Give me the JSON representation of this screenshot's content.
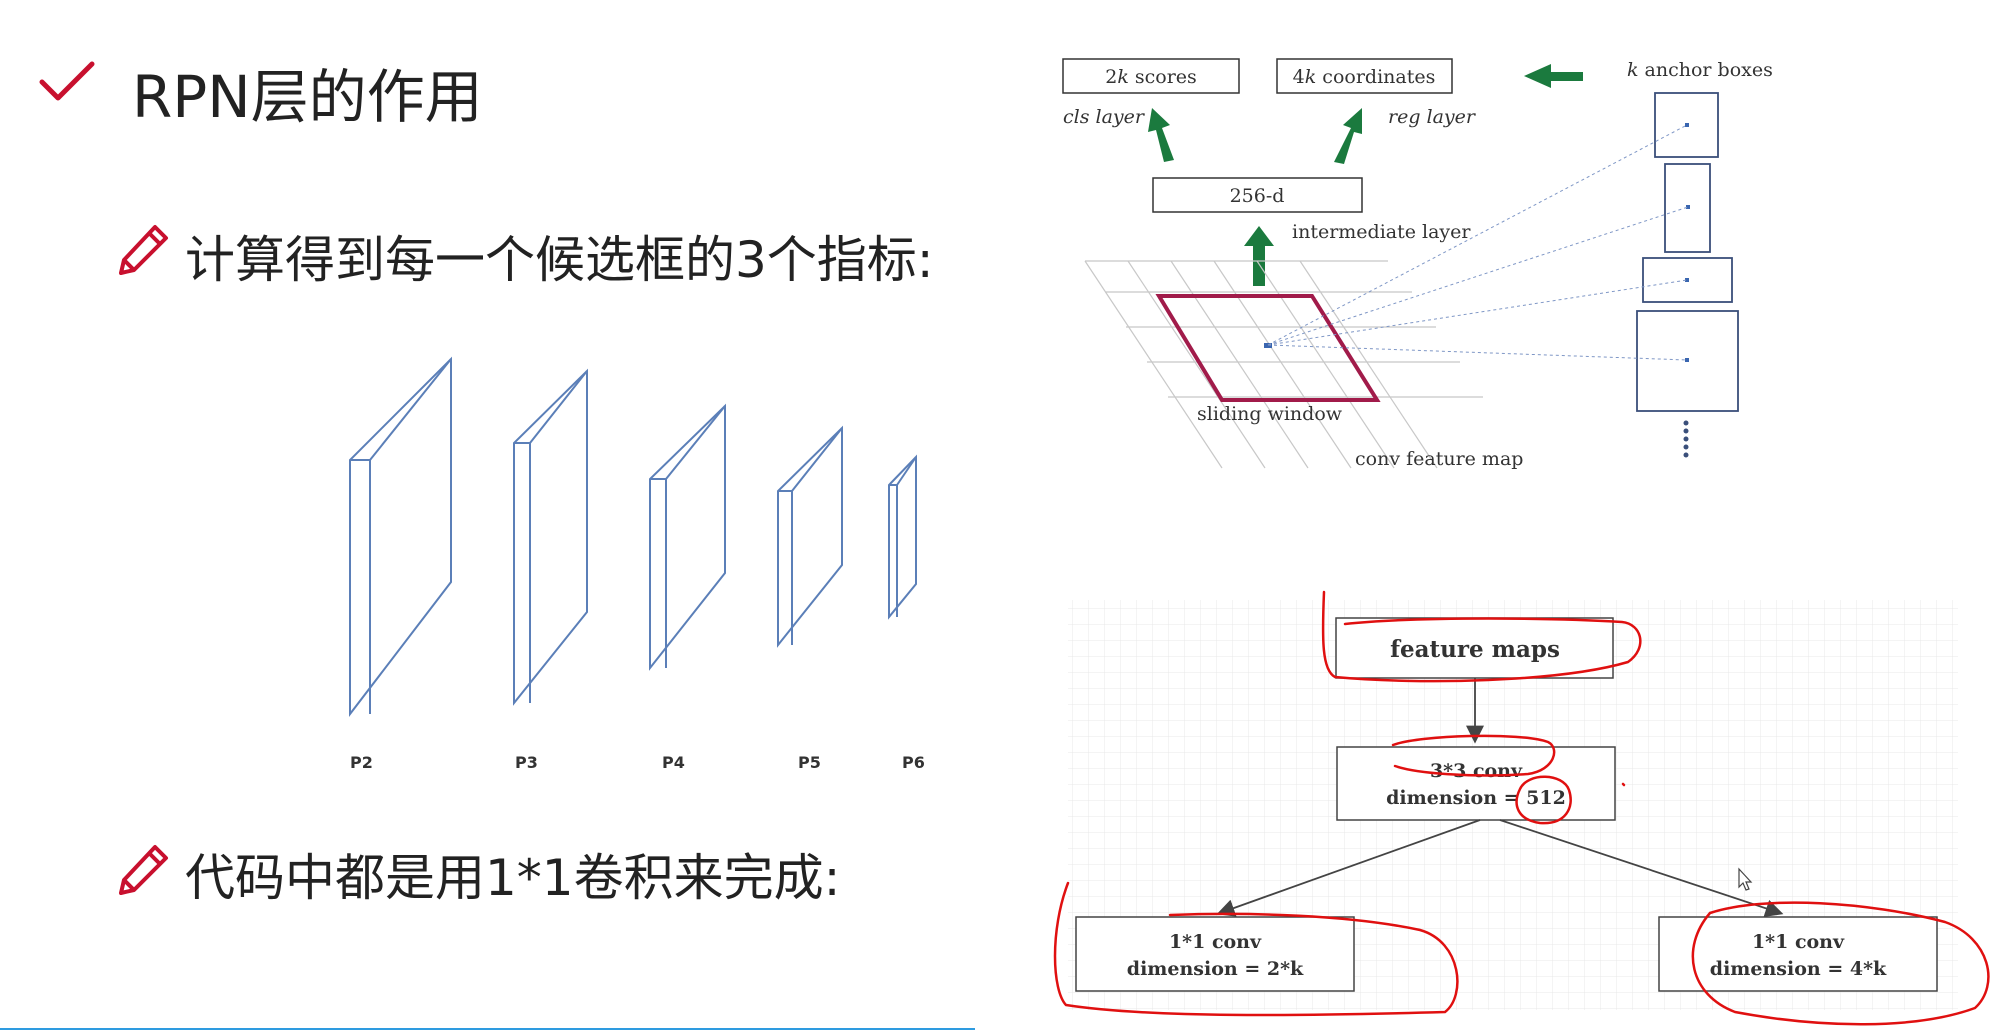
{
  "slide": {
    "title": "RPN层的作用",
    "bullets": [
      {
        "text": "计算得到每一个候选框的3个指标:"
      },
      {
        "text": "代码中都是用1*1卷积来完成:"
      }
    ],
    "pyramid_labels": [
      "P2",
      "P3",
      "P4",
      "P5",
      "P6"
    ]
  },
  "rpn_figure": {
    "cls_box": "2k scores",
    "reg_box": "4k coordinates",
    "cls_layer": "cls layer",
    "reg_layer": "reg layer",
    "anchor_label": "k anchor boxes",
    "intermediate_box": "256-d",
    "intermediate_label": "intermediate layer",
    "sliding_window": "sliding window",
    "feature_map": "conv feature map"
  },
  "flow_diagram": {
    "feature_maps": "feature maps",
    "conv3_line1": "3*3 conv",
    "conv3_line2": "dimension = 512",
    "cls_conv_line1": "1*1 conv",
    "cls_conv_line2": "dimension = 2*k",
    "reg_conv_line1": "1*1 conv",
    "reg_conv_line2": "dimension = 4*k"
  },
  "colors": {
    "checkmark": "#c8102e",
    "pencil": "#c8102e",
    "arrow_green": "#1b7a3e",
    "sliding_window": "#a11b4a",
    "annotation_red": "#e01010",
    "pyramid_stroke": "#5b7fb8",
    "footer_line": "#2e9be0"
  },
  "icons": [
    "check-icon",
    "pencil-icon",
    "cursor-icon"
  ]
}
